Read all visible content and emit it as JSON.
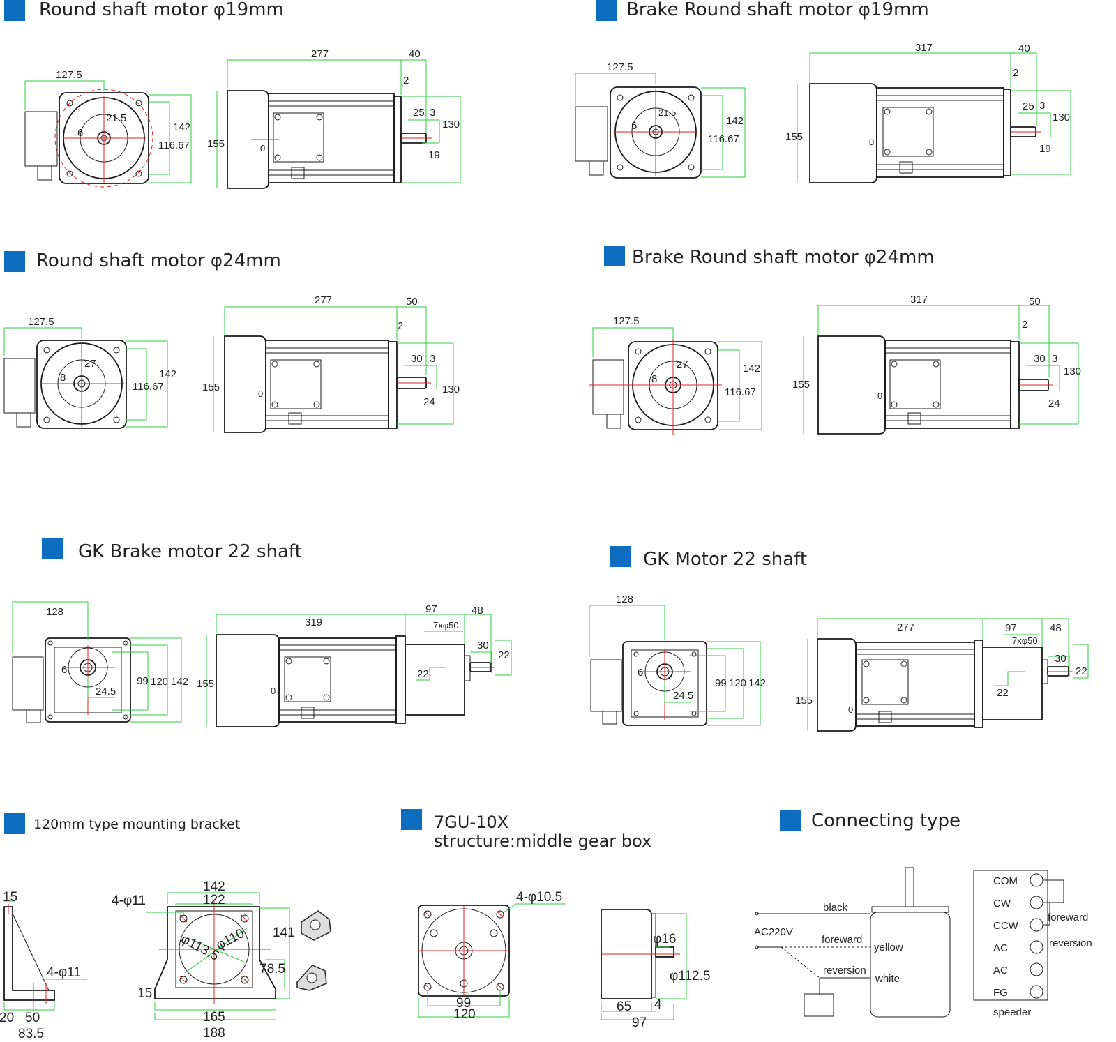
{
  "colors": {
    "accent": "#0b6cc0",
    "dimension_line": "#2ecc40",
    "center_line": "#e02020",
    "outline": "#1a1a1a"
  },
  "sections": {
    "s1": {
      "title": "Round shaft motor φ19mm",
      "front": [
        "127.5",
        "21.5",
        "6",
        "142",
        "116.67"
      ],
      "side": [
        "277",
        "40",
        "2",
        "25",
        "3",
        "130",
        "155",
        "0",
        "19"
      ]
    },
    "s2": {
      "title": "Brake Round shaft motor φ19mm",
      "front": [
        "127.5",
        "21.5",
        "6",
        "142",
        "116.67"
      ],
      "side": [
        "317",
        "40",
        "2",
        "25",
        "3",
        "130",
        "155",
        "0",
        "19"
      ]
    },
    "s3": {
      "title": "Round shaft motor φ24mm",
      "front": [
        "127.5",
        "27",
        "8",
        "142",
        "116.67"
      ],
      "side": [
        "277",
        "50",
        "2",
        "30",
        "3",
        "130",
        "155",
        "0",
        "24"
      ]
    },
    "s4": {
      "title": "Brake Round shaft motor φ24mm",
      "front": [
        "127.5",
        "27",
        "8",
        "142",
        "116.67"
      ],
      "side": [
        "317",
        "50",
        "2",
        "30",
        "3",
        "130",
        "155",
        "0",
        "24"
      ]
    },
    "s5": {
      "title": "GK Brake motor 22 shaft",
      "front": [
        "128",
        "6",
        "24.5",
        "99",
        "120",
        "142"
      ],
      "side": [
        "319",
        "97",
        "48",
        "7xφ50",
        "30",
        "22",
        "22",
        "155",
        "0"
      ]
    },
    "s6": {
      "title": "GK Motor 22 shaft",
      "front": [
        "128",
        "6",
        "24.5",
        "99",
        "120",
        "142"
      ],
      "side": [
        "277",
        "97",
        "48",
        "7xφ50",
        "30",
        "22",
        "22",
        "155",
        "0"
      ]
    },
    "s7": {
      "title": "120mm type mounting bracket",
      "dims": [
        "15",
        "4-φ11",
        "20",
        "50",
        "83.5",
        "4-φ11",
        "142",
        "122",
        "φ113.5",
        "φ110",
        "141",
        "78.5",
        "15",
        "165",
        "188"
      ]
    },
    "s8": {
      "title_line1": "7GU-10X",
      "title_line2": "structure:middle gear box",
      "dims": [
        "4-φ10.5",
        "99",
        "120",
        "φ16",
        "φ112.5",
        "65",
        "4",
        "97"
      ]
    },
    "s9": {
      "title": "Connecting type",
      "labels": [
        "black",
        "AC220V",
        "foreward",
        "reversion",
        "yellow",
        "white",
        "COM",
        "CW",
        "CCW",
        "AC",
        "AC",
        "FG",
        "foreward",
        "reversion",
        "speeder"
      ]
    }
  }
}
